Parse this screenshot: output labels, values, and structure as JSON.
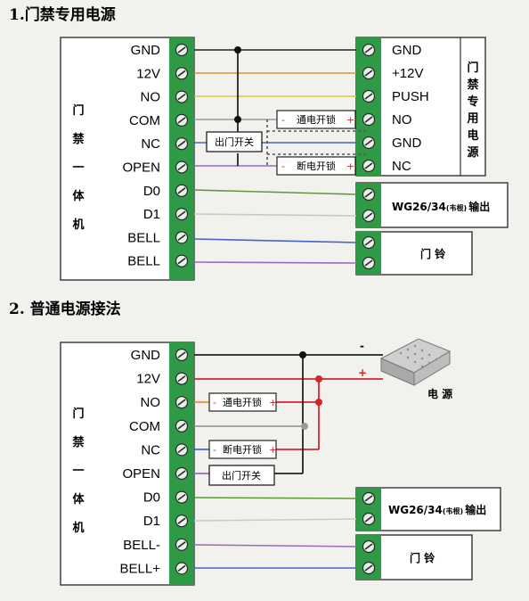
{
  "section1": {
    "title": "1.门禁专用电源",
    "controller_label": [
      "门",
      "禁",
      "一",
      "体",
      "机"
    ],
    "left_terminals": [
      "GND",
      "12V",
      "NO",
      "COM",
      "NC",
      "OPEN",
      "D0",
      "D1",
      "BELL",
      "BELL"
    ],
    "psu_terminals": [
      "GND",
      "+12V",
      "PUSH",
      "NO",
      "GND",
      "NC"
    ],
    "psu_label": [
      "门",
      "禁",
      "专",
      "用",
      "电",
      "源"
    ],
    "exit_switch": "出门开关",
    "lock_on_power": "通电开锁",
    "lock_off_power": "断电开锁",
    "plus_sign": "+",
    "minus_sign": "-",
    "wiegand": "WG26/34",
    "wiegand_small": "(韦根)",
    "wiegand_suffix": "输出",
    "doorbell": "门 铃"
  },
  "section2": {
    "title": "2.  普通电源接法",
    "controller_label": [
      "门",
      "禁",
      "一",
      "体",
      "机"
    ],
    "left_terminals": [
      "GND",
      "12V",
      "NO",
      "COM",
      "NC",
      "OPEN",
      "D0",
      "D1",
      "BELL-",
      "BELL+"
    ],
    "exit_switch": "出门开关",
    "lock_on_power": "通电开锁",
    "lock_off_power": "断电开锁",
    "plus_sign": "+",
    "minus_sign": "-",
    "psu_label": "电 源",
    "psu_minus": "-",
    "psu_plus": "+",
    "wiegand": "WG26/34",
    "wiegand_small": "(韦根)",
    "wiegand_suffix": "输出",
    "doorbell": "门 铃"
  },
  "colors": {
    "terminal_green": "#2f9a45",
    "wire_black": "#222222",
    "wire_red": "#d8232a",
    "wire_orange": "#e3912a",
    "wire_yellow": "#d9c83a",
    "wire_gray": "#9a9a9a",
    "wire_green": "#5a9a3c",
    "wire_blue": "#4a63c9",
    "wire_purple": "#9a6ac0",
    "wire_dashed": "#555555"
  }
}
